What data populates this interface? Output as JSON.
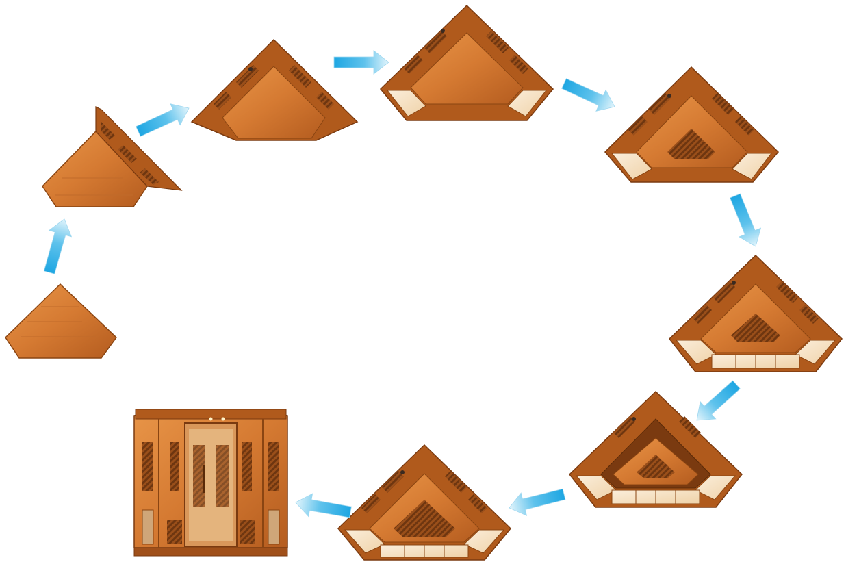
{
  "diagram": {
    "steps": [
      {
        "stage": "floor-base"
      },
      {
        "stage": "first-wall-panel"
      },
      {
        "stage": "both-back-walls"
      },
      {
        "stage": "side-panels-added"
      },
      {
        "stage": "floor-heater-added"
      },
      {
        "stage": "front-floor-heaters-added"
      },
      {
        "stage": "bench-installed"
      },
      {
        "stage": "bench-back-heater-added"
      },
      {
        "stage": "assembled-sauna"
      }
    ],
    "arrow_count": 8
  },
  "colors": {
    "wood_light": "#df8a40",
    "wood_mid": "#c96a28",
    "wood_dark": "#8a4512",
    "panel_glass": "#f6e3c6",
    "arrow_light": "#dff3fb",
    "arrow_dark": "#1ea6e2"
  }
}
